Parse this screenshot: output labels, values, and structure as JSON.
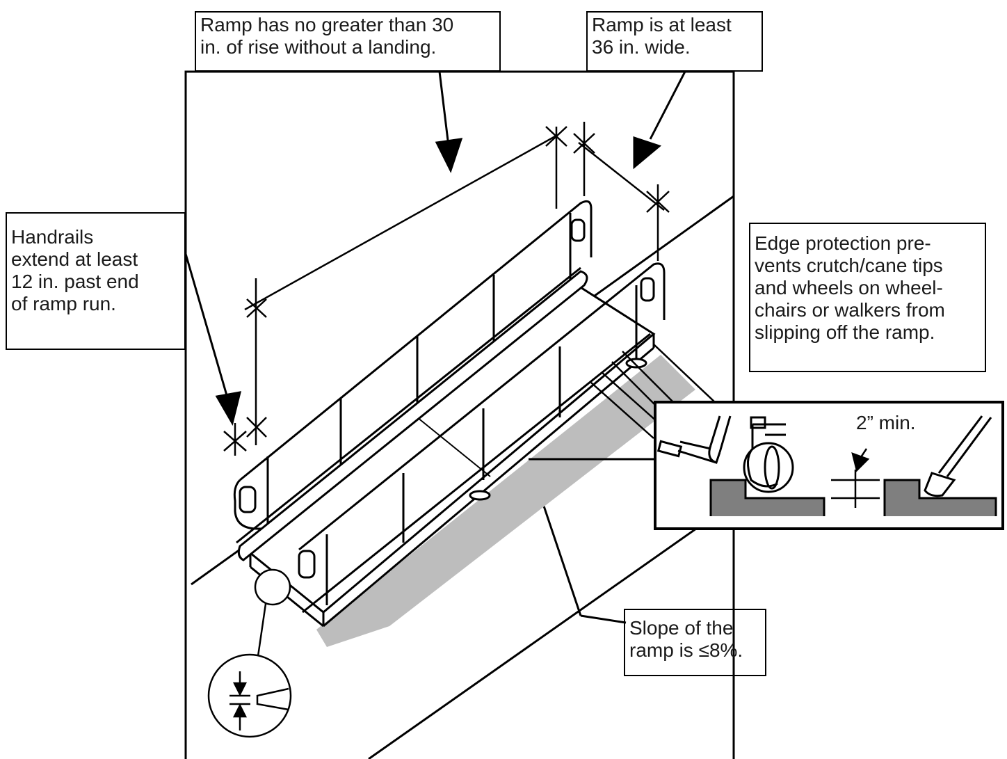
{
  "callouts": {
    "rise": "Ramp has no greater than 30\nin. of rise without a landing.",
    "width": "Ramp is at least\n36 in. wide.",
    "handrails": "Handrails\nextend at least\n12 in. past end\nof ramp run.",
    "edge": "Edge protection pre-\nvents crutch/cane tips\nand wheels on wheel-\nchairs or walkers from\nslipping off the ramp.",
    "slope": "Slope of the\nramp is ≤8%."
  },
  "detail": {
    "min_label": "2” min."
  },
  "colors": {
    "ink": "#000000",
    "ground": "#c8c8c8",
    "shadow": "#bdbdbd",
    "detail_fill": "#7f7f7f"
  }
}
